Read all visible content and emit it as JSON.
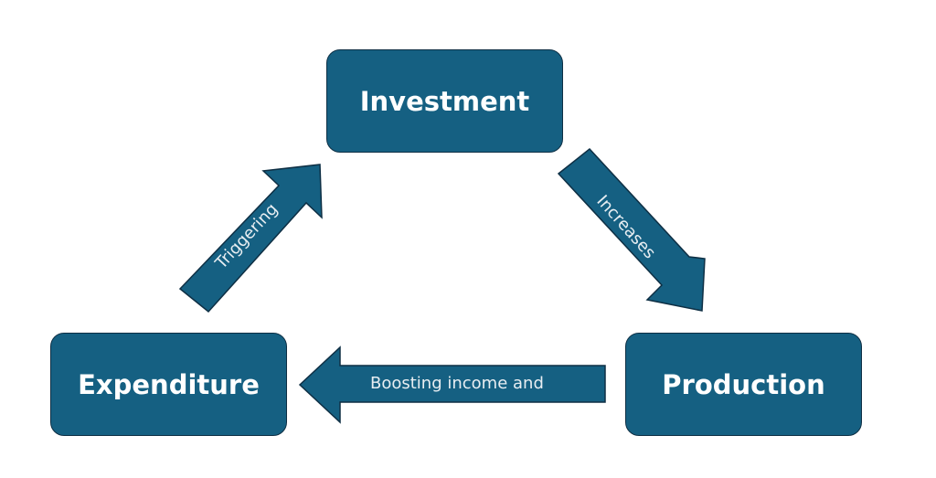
{
  "nodes": {
    "investment": "Investment",
    "expenditure": "Expenditure",
    "production": "Production"
  },
  "arrows": {
    "expenditure_to_investment": "Triggering",
    "investment_to_production": "Increases",
    "production_to_expenditure": "Boosting income and"
  },
  "colors": {
    "fill": "#156082",
    "stroke": "#0e2f44",
    "text": "#ffffff"
  }
}
